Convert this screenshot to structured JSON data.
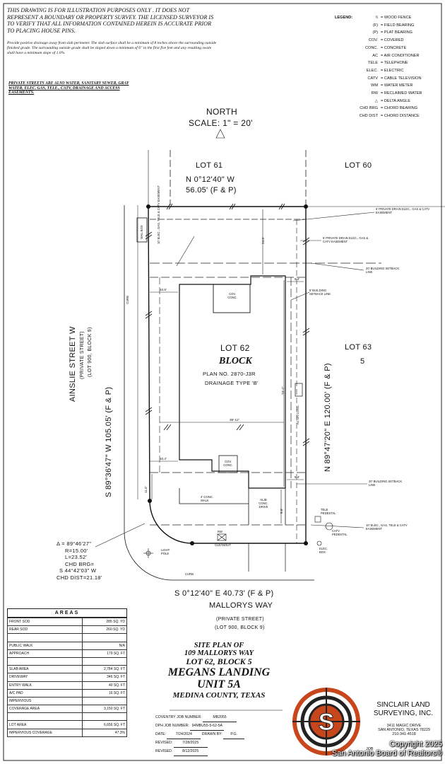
{
  "header": {
    "disclaimer": "THIS DRAWING IS FOR ILLUSTRATION PURPOSES ONLY . IT DOES NOT REPRESENT A BOUNDARY OR PROPERTY SURVEY. THE LICENSED SURVEYOR IS TO VERIFY THAT ALL INFORMATION CONTAINED HEREIN IS ACCURATE PRIOR TO PLACING HOUSE PINS.",
    "drainage_note": "Provide positive drainage away from slab perimeter. The slab surface shall be a minimum of 8 inches above the surrounding outside finished grade. The surrounding outside grade shall be sloped down a minimum of 6\" in the first five feet and any resulting swale shall have a minimum slope of 1.0%.",
    "private_streets_note": "PRIVATE STREETS ARE ALSO WATER, SANITARY SEWER, GRAY WATER, ELEC. GAS, TELE., CATV, DRAINAGE AND ACCESS EASEMENTS."
  },
  "legend": {
    "title": "LEGEND:",
    "items": [
      {
        "sym": "\\\\",
        "desc": "= WOOD FENCE"
      },
      {
        "sym": "(F)",
        "desc": "= FIELD BEARING"
      },
      {
        "sym": "(P)",
        "desc": "= PLAT BEARING"
      },
      {
        "sym": "COV.",
        "desc": "= COVERED"
      },
      {
        "sym": "CONC.",
        "desc": "= CONCRETE"
      },
      {
        "sym": "AC",
        "desc": "= AIR CONDITIONER"
      },
      {
        "sym": "TELE",
        "desc": "= TELEPHONE"
      },
      {
        "sym": "ELEC.",
        "desc": "= ELECTRIC"
      },
      {
        "sym": "CATV",
        "desc": "= CABLE TELEVISION"
      },
      {
        "sym": "WM",
        "desc": "= WATER METER"
      },
      {
        "sym": "RW",
        "desc": "= RECLAIMED WATER"
      },
      {
        "sym": "△",
        "desc": "= DELTA ANGLE"
      },
      {
        "sym": "CHD BRG",
        "desc": "= CHORD BEARING"
      },
      {
        "sym": "CHD DIST",
        "desc": "= CHORD DISTANCE"
      }
    ]
  },
  "north": {
    "label": "NORTH",
    "scale": "SCALE:  1\"  =  20'"
  },
  "plan": {
    "lot61": "LOT 61",
    "lot60": "LOT 60",
    "lot63": "LOT 63",
    "block63": "5",
    "top_bearing": "N  0°12'40\"  W",
    "top_dist": "56.05'  (F & P)",
    "right_bearing": "N  89°47'20\"  E  120.00'  (F & P)",
    "left_bearing": "S  89°36'47\"  W  105.05'  (F & P)",
    "street_name": "AINSLIE STREET W",
    "street_private": "(PRIVATE STREET)",
    "street_lot": "(LOT 900, BLOCK 9)",
    "curb_left": "CURB",
    "lot62": "LOT 62",
    "block_label": "BLOCK",
    "plan_no": "PLAN NO. 2870-J3R",
    "drainage_type": "DRAINAGE TYPE 'B'",
    "cov_conc_top": "COV. CONC.",
    "cov_conc_bottom": "COV. CONC.",
    "house_width": "39'-11\"",
    "house_depth": "74'-2\"",
    "dim_24_5": "24.5'",
    "dim_10_5": "10.5'",
    "dim_10_4": "10.4'",
    "dim_11_0": "11.0'",
    "dim_5_4_top": "5.4'",
    "dim_5_4_bottom": "5.4'",
    "dim_8_6": "8.6'",
    "drain_5_label": "5' PRIVATE DRAIN ELEC., GAS & CATV EASEMENT",
    "drain_5b_label": "5' PRIVATE DRAIN ELEC., GAS & CATV EASEMENT",
    "elec_10_label": "10' ELEC., GAS, TELE & CATV EASEMENT",
    "setback_20_top": "20' BUILDING SETBACK LINE",
    "setback_5": "5' BUILDING SETBACK LINE",
    "setback_20_bottom": "20' BUILDING SETBACK LINE",
    "elec_10_bottom": "10' ELEC., GAS, TELE & CATV EASEMENT",
    "mail_box": "MAIL BOX",
    "conc_walk": "4' CONC. WALK",
    "conc_drive": "HLIB CONC. DRIVE",
    "ac_pad": "AC ON CONC.",
    "tele_pedestal": "TELE PEDESTAL",
    "catv_pedestal": "CATV PEDESTAL",
    "elec_box": "ELEC. BOX",
    "cleanout": "CLEANOUT",
    "rw": "RW",
    "light_pole": "LIGHT POLE",
    "curb_bottom": "CURB",
    "curve": {
      "delta": "Δ = 89°46'27\"",
      "radius": "R=15.00'",
      "length": "L=23.52'",
      "chd_brg_label": "CHD BRG=",
      "chd_brg": "S  44°42'03\"  W",
      "chd_dist": "CHD DIST=21.18'"
    },
    "bottom_bearing": "S  0°12'40\"  E  40.73'  (F & P)",
    "bottom_street": "MALLORYS WAY",
    "bottom_private": "(PRIVATE STREET)",
    "bottom_lot": "(LOT 900, BLOCK 9)"
  },
  "areas": {
    "title": "AREAS",
    "rows": [
      {
        "label": "FRONT SOD",
        "value": "285 SQ. YD"
      },
      {
        "label": "REAR SOD",
        "value": "260 SQ. YD"
      },
      {
        "label": "",
        "value": ""
      },
      {
        "label": "PUBLIC WALK",
        "value": "N/A"
      },
      {
        "label": "APPROACH",
        "value": "179 SQ. FT"
      },
      {
        "label": "",
        "value": ""
      },
      {
        "label": "SLAB AREA",
        "value": "2,784 SQ. FT"
      },
      {
        "label": "DRIVEWAY",
        "value": "346 SQ. FT"
      },
      {
        "label": "ENTRY WALK",
        "value": "40 SQ. FT"
      },
      {
        "label": "A/C PAD",
        "value": "16 SQ. FT"
      },
      {
        "label": "IMPERVIOUS",
        "value": ""
      },
      {
        "label": "COVERAGE AREA",
        "value": "3,150 SQ. FT"
      },
      {
        "label": "",
        "value": ""
      },
      {
        "label": "LOT AREA",
        "value": "6,656 SQ. FT"
      },
      {
        "label": "IMPERVIOUS COVERAGE",
        "value": "47.3%"
      }
    ]
  },
  "title_block": {
    "line1": "SITE PLAN OF",
    "line2": "109 MALLORYS WAY",
    "line3": "LOT 62, BLOCK 5",
    "line4": "MEGANS LANDING",
    "line5": "UNIT 5A",
    "line6": "MEDINA COUNTY, TEXAS",
    "job1_label": "COVENTRY JOB NUMBER:",
    "job1_value": "MB2055",
    "job2_label": "DPH JOB NUMBER:",
    "job2_value": "94MBU55-5-62-5A",
    "date_label": "DATE:",
    "date_value": "7/24/2024",
    "drawn_label": "DRAWN BY:",
    "drawn_value": "P.G.",
    "rev1_label": "REVISED:",
    "rev1_value": "7/28/2025",
    "rev2_label": "REVISED:",
    "rev2_value": "8/12/2025"
  },
  "company": {
    "logo_letter": "S",
    "name_line1": "SINCLAIR LAND",
    "name_line2": "SURVEYING, INC.",
    "addr1": "3411 MAGIC DRIVE",
    "addr2": "SAN ANTONIO, TEXAS 78229",
    "phone": "210-341-4518",
    "job": "JOB"
  },
  "watermark": {
    "line1": "Copyright 2025",
    "line2": "San Antonio Board of Realtors®"
  }
}
